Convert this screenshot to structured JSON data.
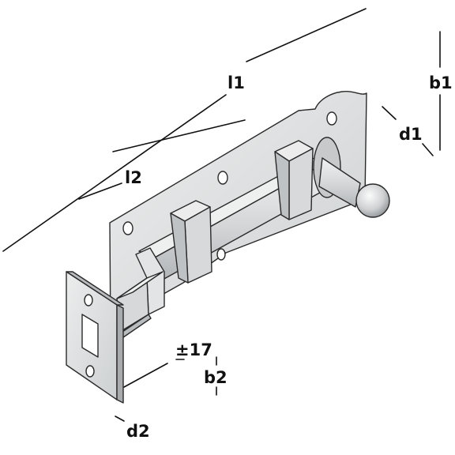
{
  "labels": {
    "l1": "l1",
    "l2": "l2",
    "b1": "b1",
    "d1": "d1",
    "b2": "b2",
    "d2": "d2",
    "tolerance": "±17"
  },
  "colors": {
    "metal_light": "#e6e7e8",
    "metal_mid": "#cfd1d3",
    "metal_dark": "#a9acaf",
    "line": "#111111"
  }
}
